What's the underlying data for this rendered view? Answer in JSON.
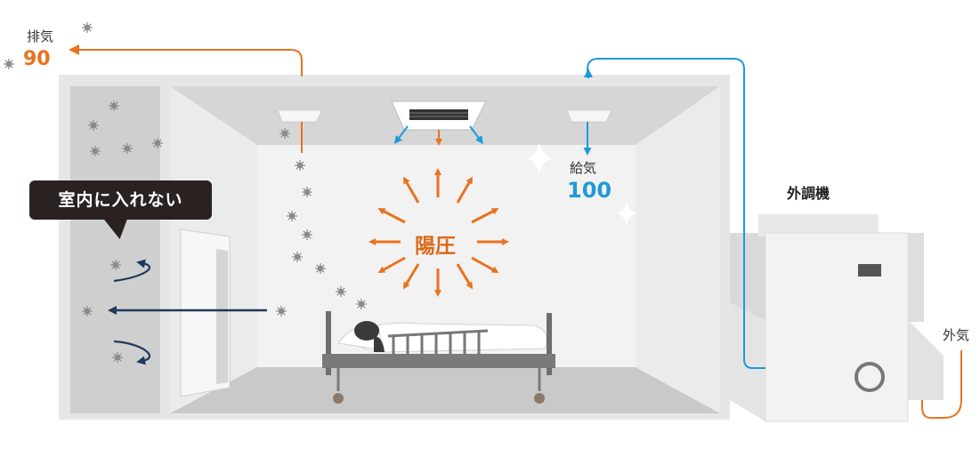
{
  "labels": {
    "exhaust": "排気",
    "exhaust_value": "90",
    "supply": "給気",
    "supply_value": "100",
    "positive_pressure": "陽圧",
    "callout": "室内に入れない",
    "air_handling_unit": "外調機",
    "outdoor_air": "外気"
  },
  "colors": {
    "exhaust_flow": "#e9731f",
    "supply_flow": "#1f9ad8",
    "leak_flow": "#1f3a5c",
    "callout_bg": "#2a2220"
  },
  "icons": [
    "virus-particle-icon",
    "sparkle-icon",
    "patient-bed-icon",
    "ceiling-cassette-icon"
  ]
}
